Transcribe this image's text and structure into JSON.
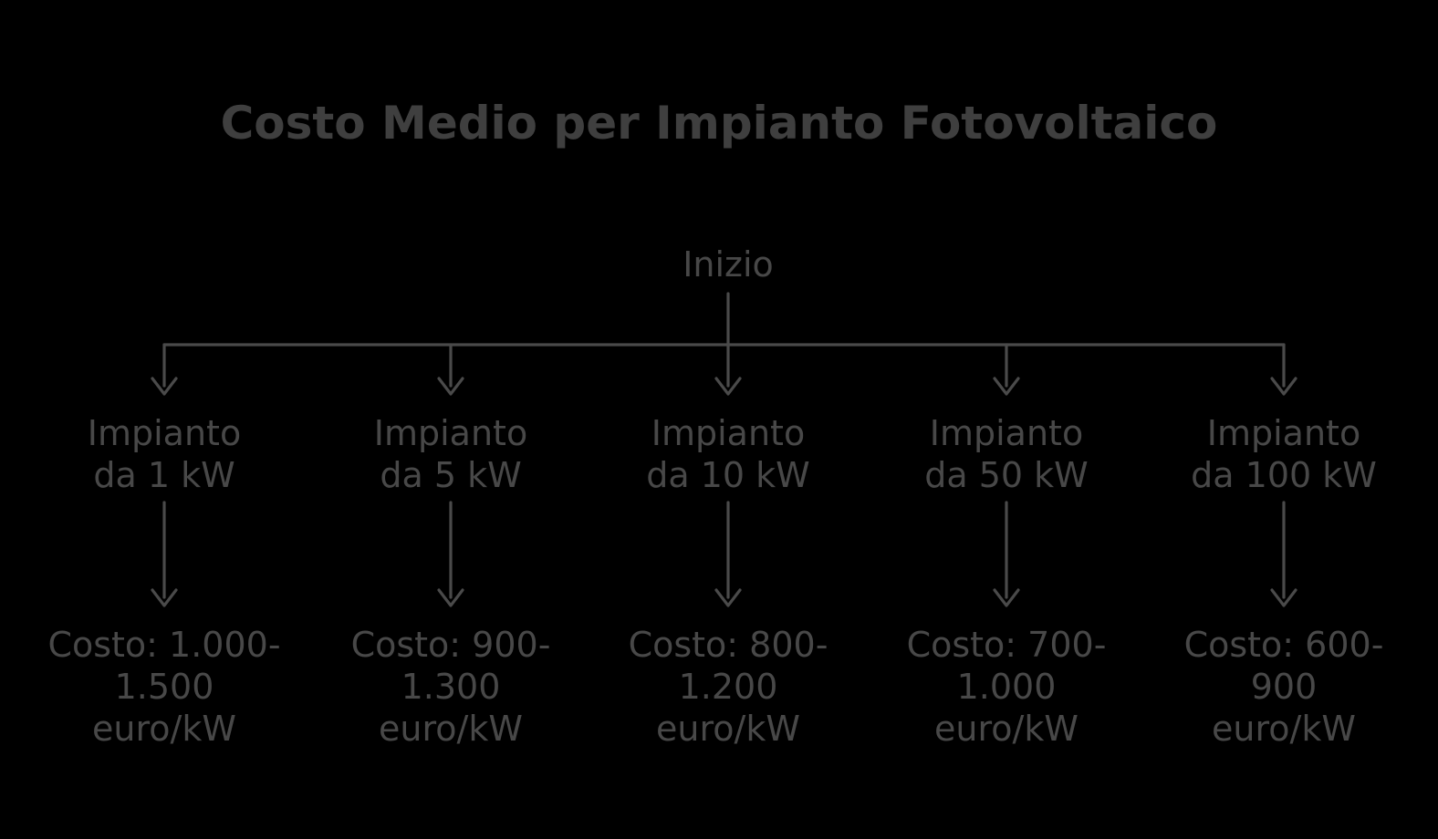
{
  "title": "Costo Medio per Impianto Fotovoltaico",
  "root": {
    "label": "Inizio"
  },
  "branches": [
    {
      "label": "Impianto\nda 1 kW",
      "cost": "Costo: 1.000-\n1.500\neuro/kW"
    },
    {
      "label": "Impianto\nda 5 kW",
      "cost": "Costo: 900-\n1.300\neuro/kW"
    },
    {
      "label": "Impianto\nda 10 kW",
      "cost": "Costo: 800-\n1.200\neuro/kW"
    },
    {
      "label": "Impianto\nda 50 kW",
      "cost": "Costo: 700-\n1.000\neuro/kW"
    },
    {
      "label": "Impianto\nda 100 kW",
      "cost": "Costo: 600-\n900\neuro/kW"
    }
  ],
  "colors": {
    "background": "#000000",
    "title_text": "#3f3f3f",
    "node_text": "#484848",
    "connector_line": "#4a4a4a"
  }
}
